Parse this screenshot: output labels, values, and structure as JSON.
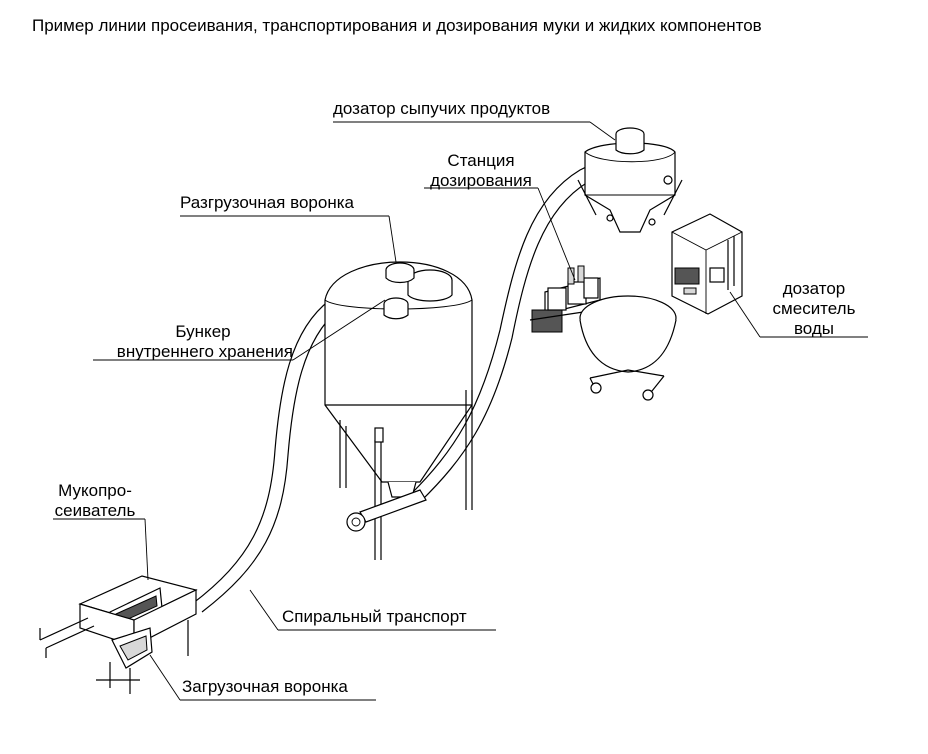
{
  "title": "Пример линии просеивания, транспортирования и дозирования муки и жидких компонентов",
  "labels": {
    "bulk_doser": "дозатор сыпучих продуктов",
    "station": [
      "Станция",
      "дозирования"
    ],
    "discharge_funnel": "Разгрузочная воронка",
    "storage_bin": [
      "Бункер",
      "внутреннего хранения"
    ],
    "water_doser": [
      "дозатор",
      "смеситель",
      "воды"
    ],
    "sifter": [
      "Мукопро-",
      "сеиватель"
    ],
    "spiral_conveyor": "Спиральный транспорт",
    "loading_funnel": "Загрузочная воронка"
  }
}
